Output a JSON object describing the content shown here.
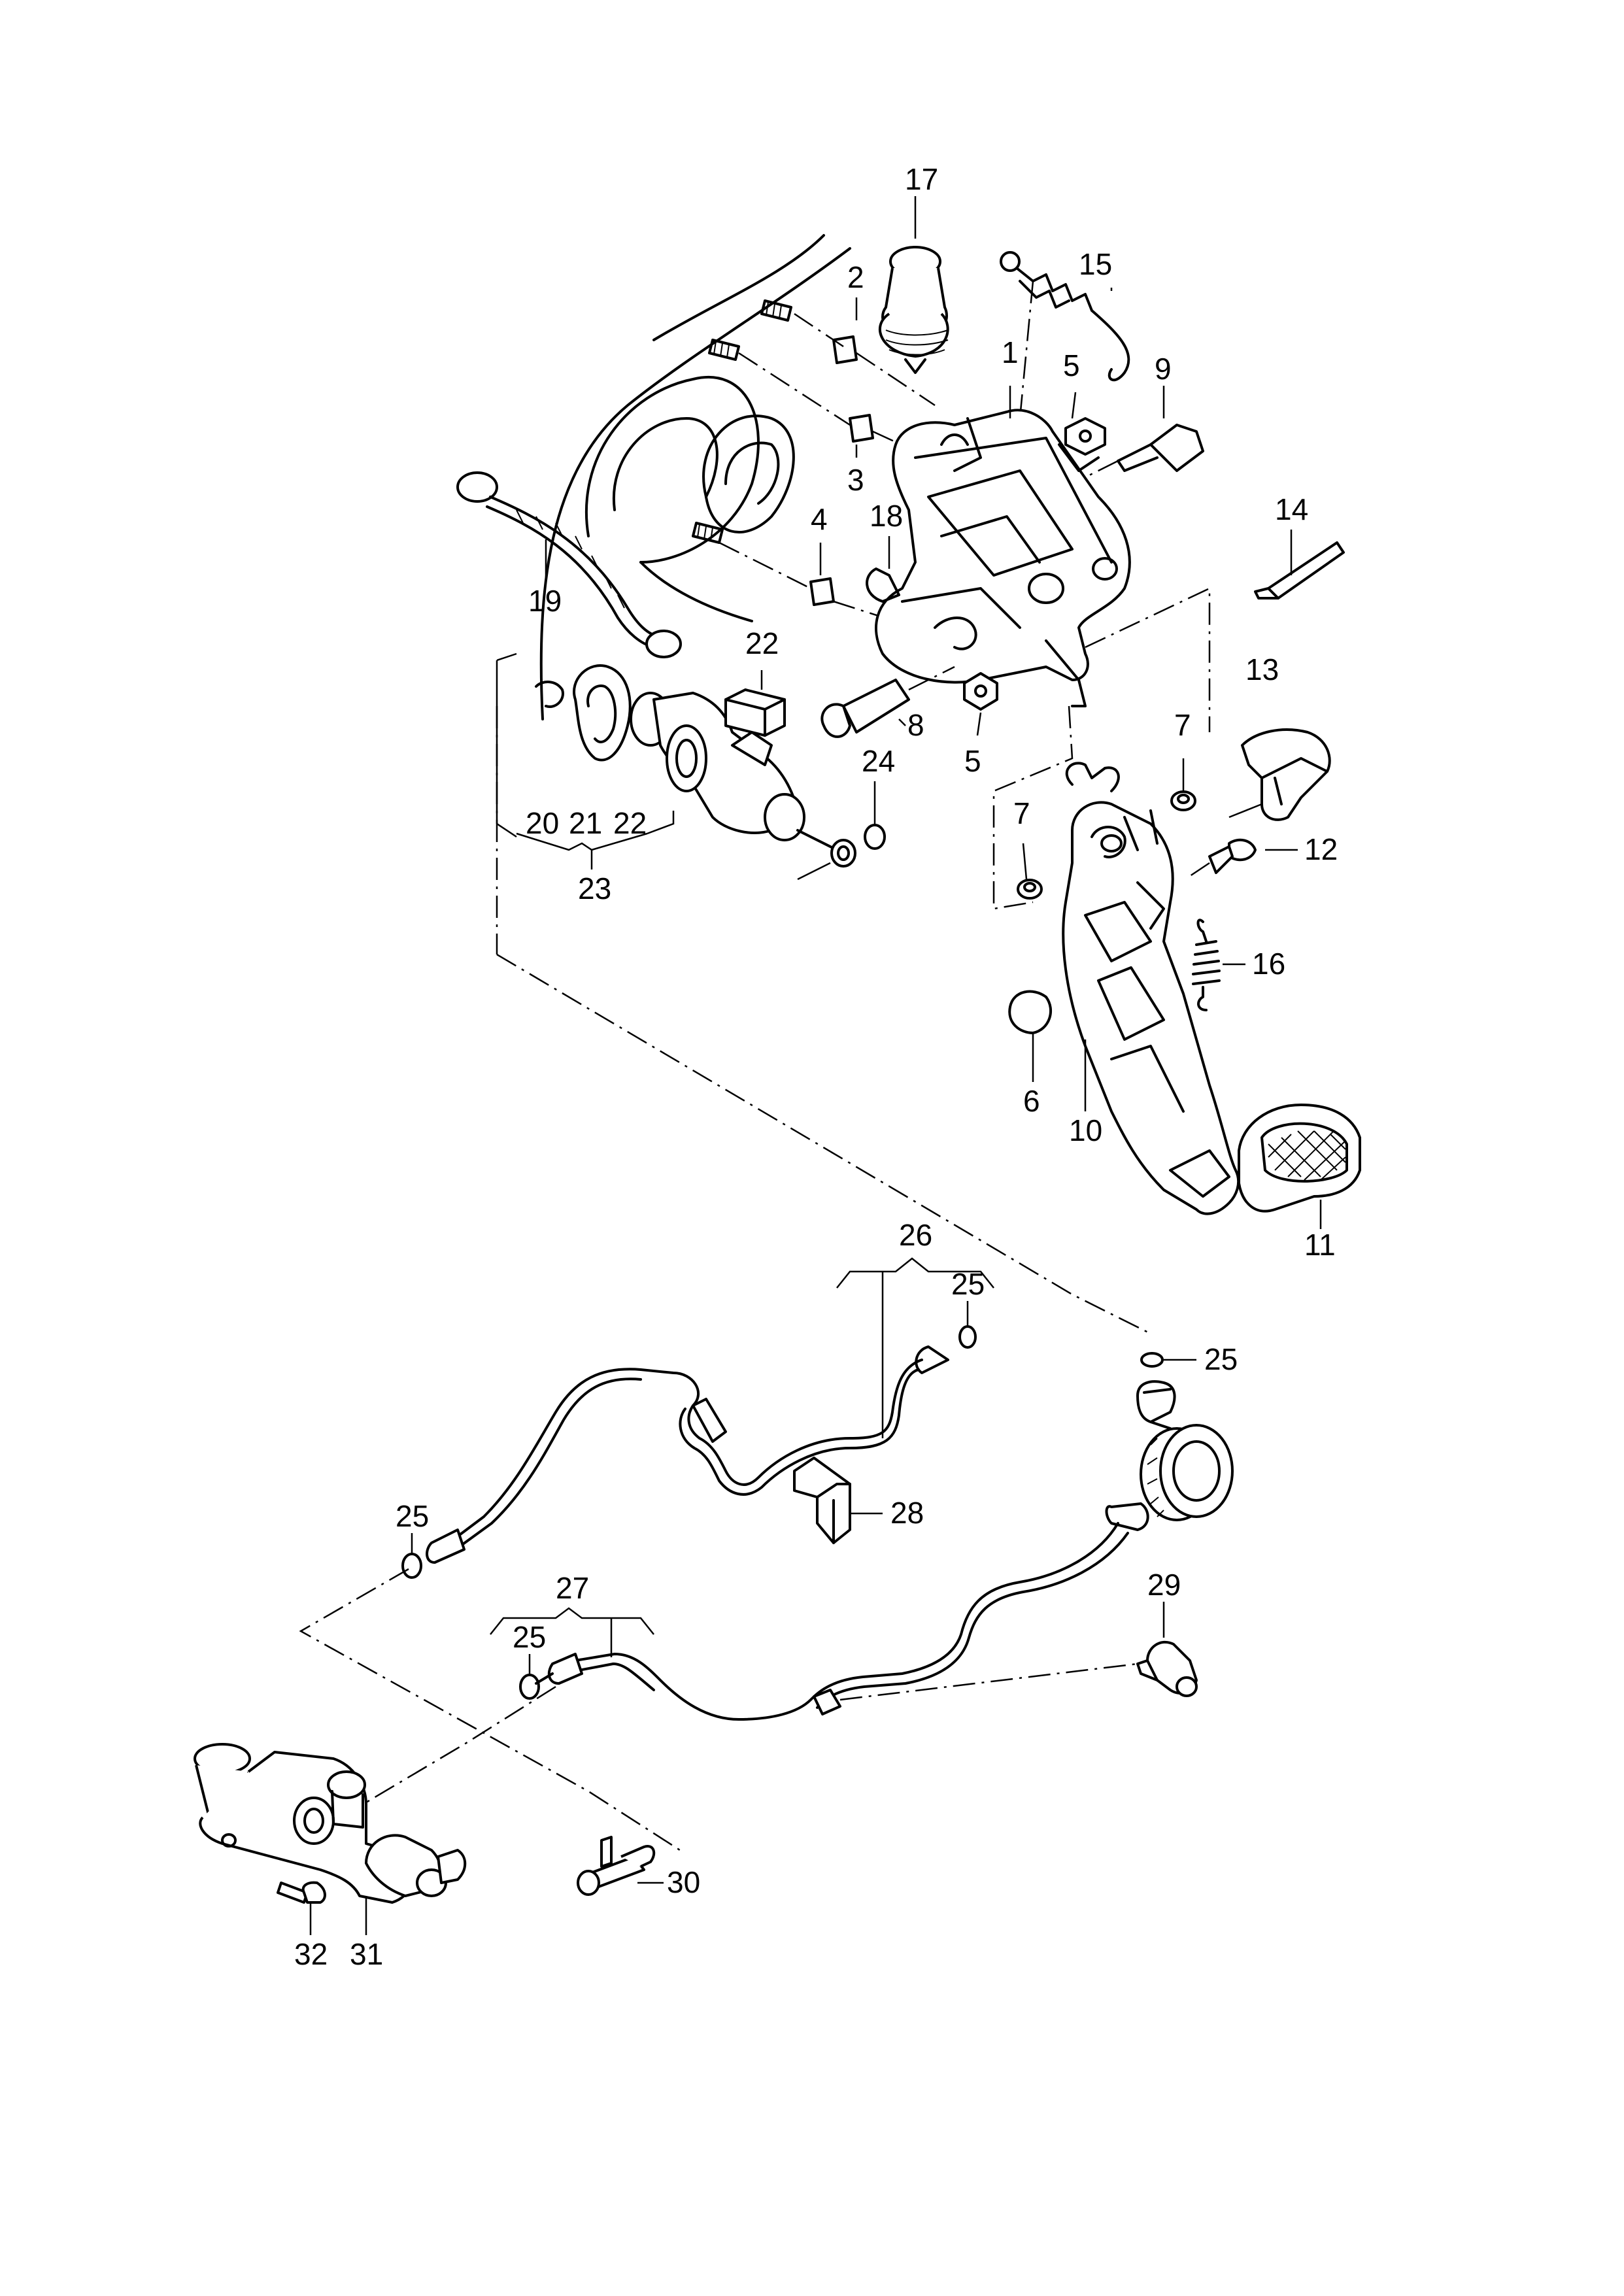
{
  "callouts": {
    "c1": "1",
    "c2": "2",
    "c3": "3",
    "c4": "4",
    "c5a": "5",
    "c5b": "5",
    "c6": "6",
    "c7a": "7",
    "c7b": "7",
    "c8": "8",
    "c9": "9",
    "c10": "10",
    "c11": "11",
    "c12": "12",
    "c13": "13",
    "c14": "14",
    "c15": "15",
    "c16": "16",
    "c17": "17",
    "c18": "18",
    "c19": "19",
    "c20": "20",
    "c21": "21",
    "c22a": "22",
    "c22b": "22",
    "c23": "23",
    "c24": "24",
    "c25a": "25",
    "c25b": "25",
    "c25c": "25",
    "c25d": "25",
    "c26": "26",
    "c27": "27",
    "c28": "28",
    "c29": "29",
    "c30": "30",
    "c31": "31",
    "c32": "32"
  },
  "icons": {
    "pedal-bracket": "pedal-bracket-icon",
    "clutch-pedal": "clutch-pedal-icon",
    "master-cylinder": "master-cylinder-icon",
    "slave-cylinder": "slave-cylinder-icon"
  }
}
